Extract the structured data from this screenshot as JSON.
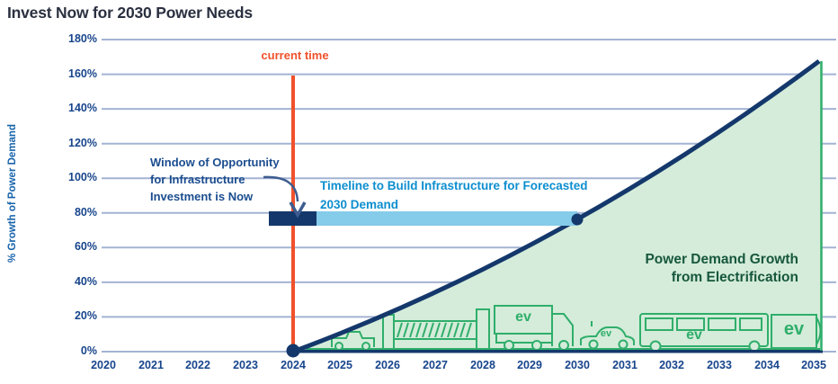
{
  "title": "Invest Now for 2030 Power Needs",
  "colors": {
    "title_text": "#2a3040",
    "axis_text": "#17458c",
    "gridline": "#a3b3d3",
    "orange_accent": "#f0512b",
    "navy_line": "#14386b",
    "light_blue_bar": "#85cbea",
    "bright_blue_text": "#0d8ecf",
    "window_text_blue": "#1b4d8f",
    "area_fill_green": "#d4ecd9",
    "icon_green": "#2fae6b",
    "area_label_green": "#17573d"
  },
  "chart_data": {
    "type": "area",
    "title": "Invest Now for 2030 Power Needs",
    "xlabel": "",
    "ylabel": "% Growth of Power Demand",
    "ylim": [
      0,
      180
    ],
    "grid": true,
    "x_ticks": [
      "2020",
      "2021",
      "2022",
      "2023",
      "2024",
      "2025",
      "2026",
      "2027",
      "2028",
      "2029",
      "2030",
      "2031",
      "2032",
      "2033",
      "2034",
      "2035"
    ],
    "y_ticks": [
      "180%",
      "160%",
      "140%",
      "120%",
      "100%",
      "80%",
      "60%",
      "40%",
      "20%",
      "0%"
    ],
    "series": [
      {
        "name": "Power Demand Growth from Electrification",
        "style": "navy line with light green area fill",
        "x": [
          2024,
          2025,
          2026,
          2027,
          2028,
          2029,
          2030,
          2031,
          2032,
          2033,
          2034,
          2035
        ],
        "values": [
          0,
          10,
          22,
          34,
          48,
          62,
          77,
          93,
          110,
          128,
          147,
          167
        ],
        "unit": "%"
      },
      {
        "name": "Timeline to Build Infrastructure for Forecasted 2030 Demand",
        "style": "horizontal span bar",
        "level_percent": 78,
        "segments": [
          {
            "label": "window of opportunity segment",
            "x_start": 2023.5,
            "x_end": 2024.5,
            "color": "#14386b"
          },
          {
            "label": "build timeline segment",
            "x_start": 2024.5,
            "x_end": 2030,
            "color": "#85cbea"
          }
        ]
      }
    ],
    "markers": [
      {
        "x": 2024,
        "y_percent": 0,
        "shape": "dot"
      },
      {
        "x": 2030,
        "y_percent": 77,
        "shape": "dot"
      }
    ],
    "vertical_line": {
      "x": 2024,
      "label": "current time",
      "color": "#f0512b"
    }
  },
  "annotations": {
    "current_time": "current time",
    "window": [
      "Window of Opportunity",
      "for Infrastructure",
      "Investment is Now"
    ],
    "timeline": [
      "Timeline to Build Infrastructure for Forecasted",
      "2030 Demand"
    ],
    "area_label": [
      "Power Demand Growth",
      "from Electrification"
    ]
  },
  "vehicles": {
    "labels": [
      "ev",
      "ev",
      "ev",
      "ev"
    ],
    "icons": [
      "pickup-truck",
      "cable-spool",
      "box-truck",
      "sedan",
      "bus",
      "van"
    ]
  }
}
